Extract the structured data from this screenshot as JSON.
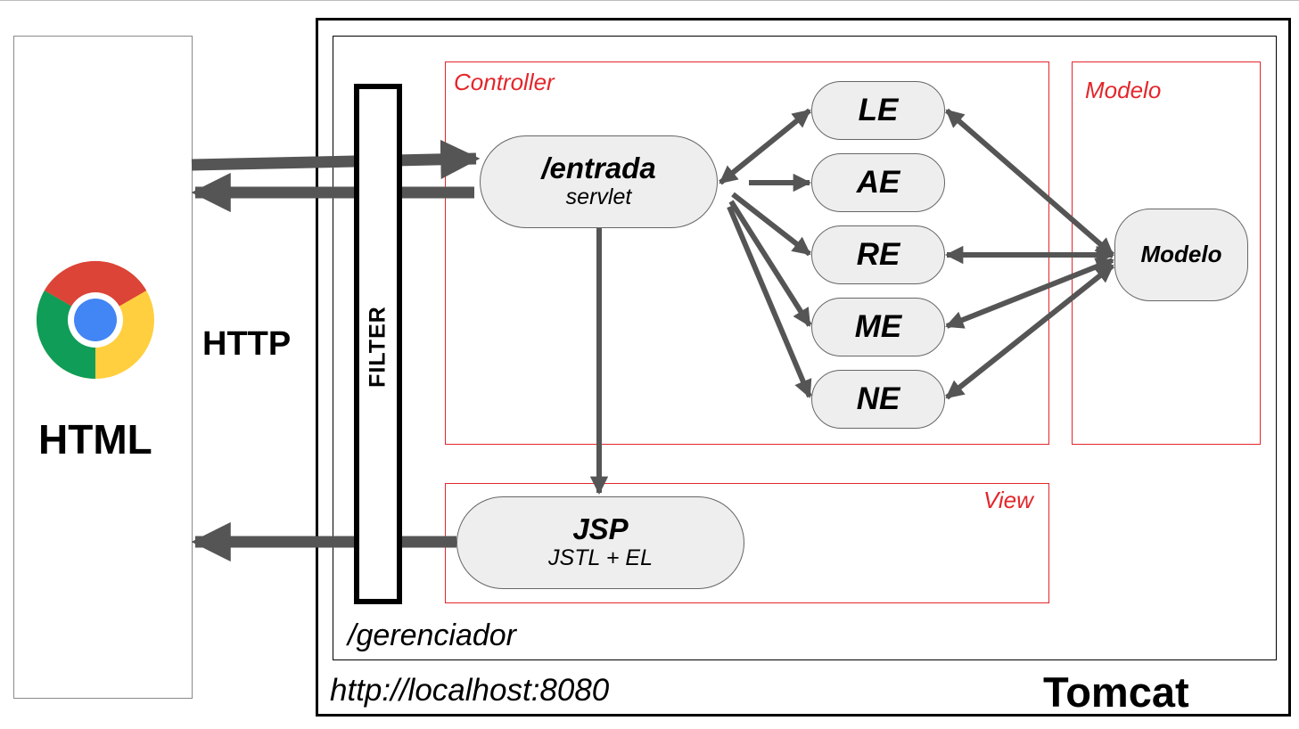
{
  "browser": {
    "protocol_label": "HTTP",
    "page_label": "HTML",
    "logo_icon": "chrome-logo-icon"
  },
  "server": {
    "name": "Tomcat",
    "host": "http://localhost:8080",
    "context": "/gerenciador"
  },
  "filter": {
    "label": "FILTER"
  },
  "controller": {
    "section_label": "Controller",
    "entry": {
      "title": "/entrada",
      "subtitle": "servlet"
    },
    "actions": [
      "LE",
      "AE",
      "RE",
      "ME",
      "NE"
    ]
  },
  "model": {
    "section_label": "Modelo",
    "node_label": "Modelo"
  },
  "view": {
    "section_label": "View",
    "node_title": "JSP",
    "node_subtitle": "JSTL + EL"
  },
  "colors": {
    "section_border": "#e3262b",
    "node_fill": "#eeeeee",
    "arrow": "#555555"
  }
}
